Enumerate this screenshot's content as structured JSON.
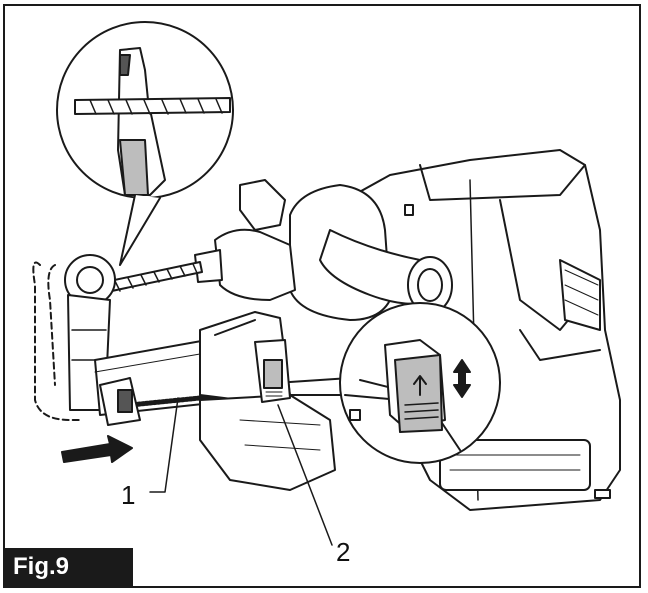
{
  "figure": {
    "label": "Fig.9",
    "callouts": [
      {
        "id": "1",
        "label": "1"
      },
      {
        "id": "2",
        "label": "2"
      }
    ]
  },
  "colors": {
    "line": "#1a1a1a",
    "fill": "#ffffff",
    "shade": "#bdbdbd",
    "dark": "#555555",
    "label_bg": "#1a1a1a",
    "label_text": "#ffffff"
  },
  "icons": [
    "arrow-right-icon",
    "double-arrow-updown-icon",
    "up-arrow-icon",
    "down-arrow-icon"
  ]
}
